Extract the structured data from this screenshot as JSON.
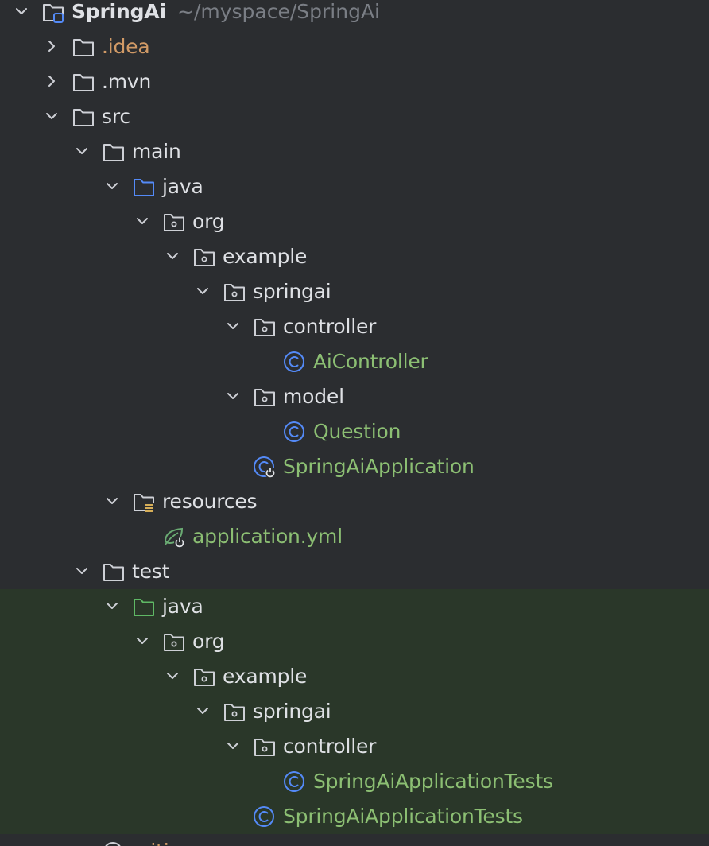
{
  "tree": [
    {
      "id": "springai-root",
      "depth": 0,
      "expanded": true,
      "icon": "project-folder-icon",
      "label": "SpringAi",
      "path": "~/myspace/SpringAi",
      "style": "project"
    },
    {
      "id": "idea",
      "depth": 1,
      "expanded": false,
      "icon": "folder-icon",
      "label": ".idea",
      "style": "ignored"
    },
    {
      "id": "mvn",
      "depth": 1,
      "expanded": false,
      "icon": "folder-icon",
      "label": ".mvn"
    },
    {
      "id": "src",
      "depth": 1,
      "expanded": true,
      "icon": "folder-icon",
      "label": "src"
    },
    {
      "id": "main",
      "depth": 2,
      "expanded": true,
      "icon": "folder-icon",
      "label": "main"
    },
    {
      "id": "main-java",
      "depth": 3,
      "expanded": true,
      "icon": "source-root-folder-icon",
      "label": "java"
    },
    {
      "id": "main-org",
      "depth": 4,
      "expanded": true,
      "icon": "package-icon",
      "label": "org"
    },
    {
      "id": "main-example",
      "depth": 5,
      "expanded": true,
      "icon": "package-icon",
      "label": "example"
    },
    {
      "id": "main-springai",
      "depth": 6,
      "expanded": true,
      "icon": "package-icon",
      "label": "springai"
    },
    {
      "id": "main-controller",
      "depth": 7,
      "expanded": true,
      "icon": "package-icon",
      "label": "controller"
    },
    {
      "id": "aicontroller",
      "depth": 8,
      "icon": "class-icon",
      "label": "AiController",
      "style": "class"
    },
    {
      "id": "model",
      "depth": 7,
      "expanded": true,
      "icon": "package-icon",
      "label": "model"
    },
    {
      "id": "question",
      "depth": 8,
      "icon": "class-icon",
      "label": "Question",
      "style": "class"
    },
    {
      "id": "springaiapplication",
      "depth": 7,
      "icon": "spring-boot-class-icon",
      "label": "SpringAiApplication",
      "style": "class"
    },
    {
      "id": "resources",
      "depth": 3,
      "expanded": true,
      "icon": "resources-folder-icon",
      "label": "resources"
    },
    {
      "id": "application-yml",
      "depth": 4,
      "icon": "spring-config-icon",
      "label": "application.yml",
      "style": "class"
    },
    {
      "id": "test",
      "depth": 2,
      "expanded": true,
      "icon": "folder-icon",
      "label": "test"
    },
    {
      "id": "test-java",
      "depth": 3,
      "expanded": true,
      "icon": "test-root-folder-icon",
      "label": "java",
      "highlight": true
    },
    {
      "id": "test-org",
      "depth": 4,
      "expanded": true,
      "icon": "package-icon",
      "label": "org",
      "highlight": true
    },
    {
      "id": "test-example",
      "depth": 5,
      "expanded": true,
      "icon": "package-icon",
      "label": "example",
      "highlight": true
    },
    {
      "id": "test-springai",
      "depth": 6,
      "expanded": true,
      "icon": "package-icon",
      "label": "springai",
      "highlight": true
    },
    {
      "id": "test-controller",
      "depth": 7,
      "expanded": true,
      "icon": "package-icon",
      "label": "controller",
      "highlight": true
    },
    {
      "id": "springaiapplicationtests-inner",
      "depth": 8,
      "icon": "class-icon",
      "label": "SpringAiApplicationTests",
      "style": "class",
      "highlight": true
    },
    {
      "id": "springaiapplicationtests",
      "depth": 7,
      "icon": "class-icon",
      "label": "SpringAiApplicationTests",
      "style": "class",
      "highlight": true
    },
    {
      "id": "gitignore-partial",
      "depth": 2,
      "icon": "gitignore-icon",
      "label": ".gitignore",
      "style": "ignored"
    }
  ],
  "colors": {
    "background": "#2b2d30",
    "test_highlight": "#2a3729",
    "folder_stroke": "#ced0d6",
    "source_root": "#548af7",
    "test_root": "#5fb865",
    "class_icon": "#548af7",
    "class_text": "#8cbf73",
    "ignored_text": "#d19a66",
    "path_text": "#7a7e85",
    "resource_marker": "#d6ae58",
    "spring_green": "#6aab73"
  }
}
